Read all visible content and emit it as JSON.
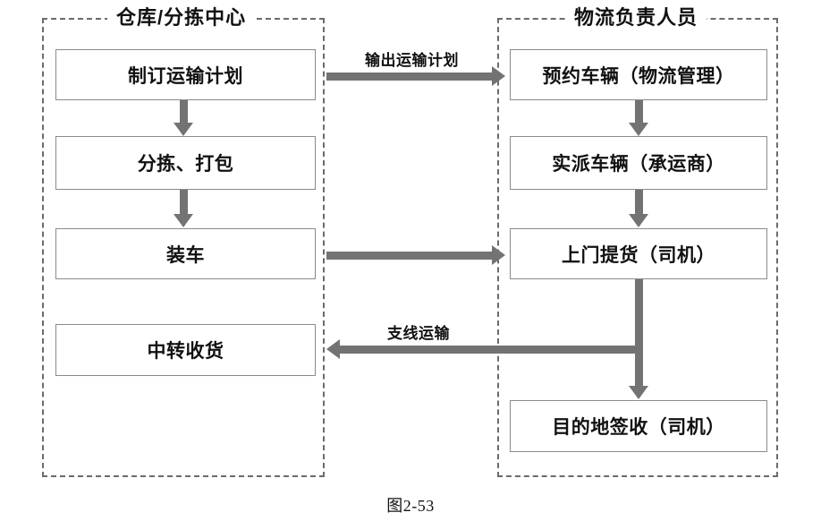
{
  "figure": {
    "caption": "图2-53"
  },
  "lanes": [
    {
      "id": "warehouse",
      "title": "仓库/分拣中心",
      "nodes": [
        {
          "id": "plan",
          "label": "制订运输计划"
        },
        {
          "id": "sort-pack",
          "label": "分拣、打包"
        },
        {
          "id": "load",
          "label": "装车"
        },
        {
          "id": "transfer",
          "label": "中转收货"
        }
      ]
    },
    {
      "id": "logistics",
      "title": "物流负责人员",
      "nodes": [
        {
          "id": "book-vehicle",
          "label": "预约车辆（物流管理）"
        },
        {
          "id": "assign-vehicle",
          "label": "实派车辆（承运商）"
        },
        {
          "id": "pickup",
          "label": "上门提货（司机）"
        },
        {
          "id": "destination",
          "label": "目的地签收（司机）"
        }
      ]
    }
  ],
  "edges": [
    {
      "id": "plan-to-sort",
      "label": ""
    },
    {
      "id": "sort-to-load",
      "label": ""
    },
    {
      "id": "plan-to-book",
      "label": "输出运输计划"
    },
    {
      "id": "load-to-pickup",
      "label": ""
    },
    {
      "id": "book-to-assign",
      "label": ""
    },
    {
      "id": "assign-to-pickup",
      "label": ""
    },
    {
      "id": "pickup-to-transfer",
      "label": "支线运输"
    },
    {
      "id": "pickup-to-destination",
      "label": ""
    }
  ],
  "colors": {
    "lane_border": "#6b6b6b",
    "node_border": "#8a8a8a",
    "connector": "#737373",
    "text": "#111111",
    "background": "#ffffff"
  }
}
